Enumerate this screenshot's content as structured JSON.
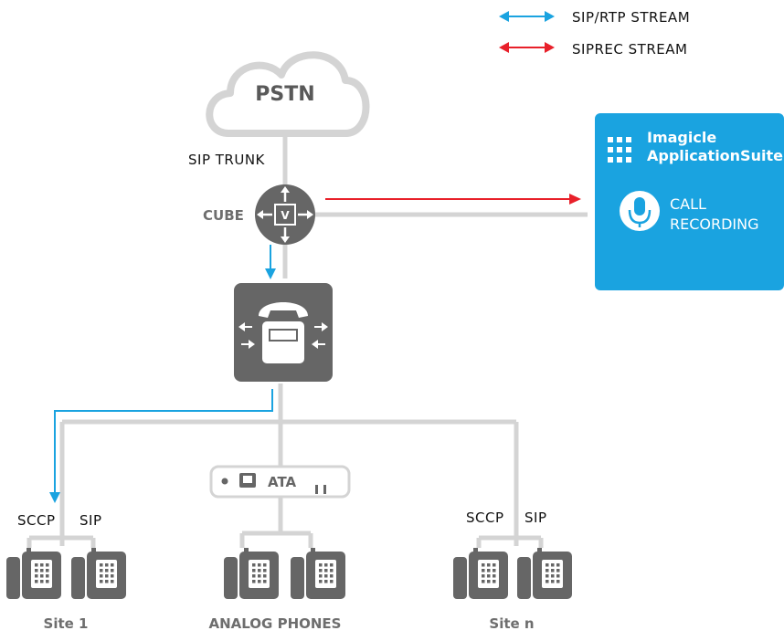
{
  "legend": {
    "sip_rtp_label": "SIP/RTP STREAM",
    "siprec_label": "SIPREC STREAM",
    "sip_rtp_color": "#1aa3e0",
    "siprec_color": "#e8202a"
  },
  "pstn": {
    "label": "PSTN"
  },
  "trunk": {
    "label": "SIP TRUNK"
  },
  "cube": {
    "label": "CUBE",
    "badge": "V"
  },
  "imagicle": {
    "brand_line1": "Imagicle",
    "brand_line2": "ApplicationSuite",
    "feature_line1": "CALL",
    "feature_line2": "RECORDING",
    "bg_color": "#1aa3e0"
  },
  "ata": {
    "label": "ATA"
  },
  "sites": {
    "site1": {
      "name": "Site 1",
      "proto_left": "SCCP",
      "proto_right": "SIP"
    },
    "analog": {
      "name": "ANALOG PHONES"
    },
    "siten": {
      "name": "Site n",
      "proto_left": "SCCP",
      "proto_right": "SIP"
    }
  },
  "colors": {
    "line_grey": "#d4d4d4",
    "device_grey": "#666666"
  }
}
